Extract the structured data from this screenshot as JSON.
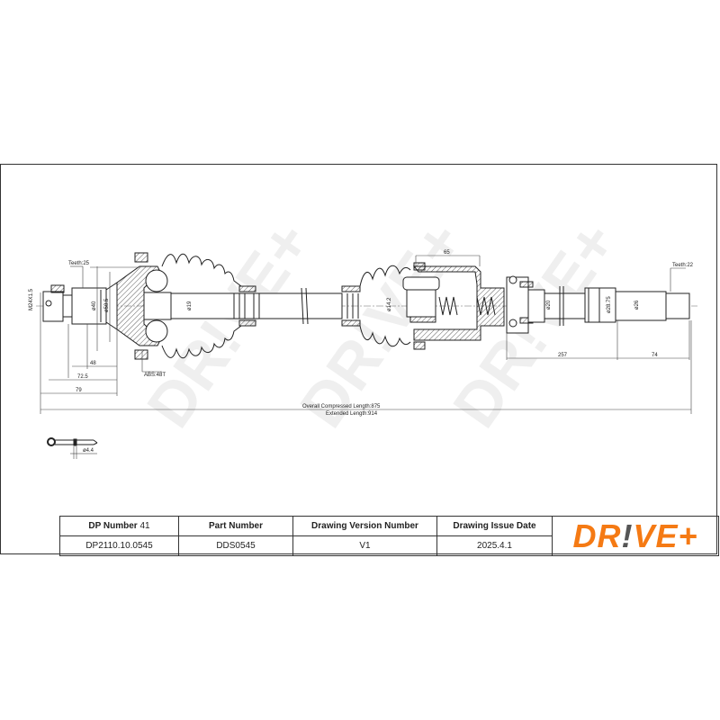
{
  "drawing": {
    "left_joint": {
      "thread": "M24X1.5",
      "teeth": "Teeth:25",
      "diameter_shaft": "ø40",
      "diameter_seal": "ø58.5",
      "diameter_boot": "ø19",
      "abs": "ABS:48T",
      "dim_48": "48",
      "dim_72_5": "72.5",
      "dim_79": "79"
    },
    "center": {
      "diameter": "ø14.2",
      "dim_65": "65"
    },
    "right_joint": {
      "teeth": "Teeth:22",
      "diameter_bearing": "ø20",
      "diameter_mid": "ø28.75",
      "diameter_end": "ø26",
      "dim_257": "257",
      "dim_74": "74"
    },
    "overall": {
      "compressed": "Overall Compressed Length:875",
      "extended": "Extended Length:914"
    },
    "pin": {
      "diameter": "ø4.4"
    },
    "watermark": "DR!VE+"
  },
  "title_block": {
    "headers": {
      "dp_number_label": "DP Number",
      "dp_number_value": "41",
      "part_number": "Part Number",
      "drawing_version": "Drawing Version Number",
      "issue_date": "Drawing Issue Date"
    },
    "values": {
      "dp_number": "DP2110.10.0545",
      "part_number": "DDS0545",
      "drawing_version": "V1",
      "issue_date": "2025.4.1"
    },
    "logo": {
      "part1": "DR",
      "bang": "!",
      "part2": "VE+",
      "brand_color": "#f57a14",
      "bang_color": "#555555"
    }
  }
}
